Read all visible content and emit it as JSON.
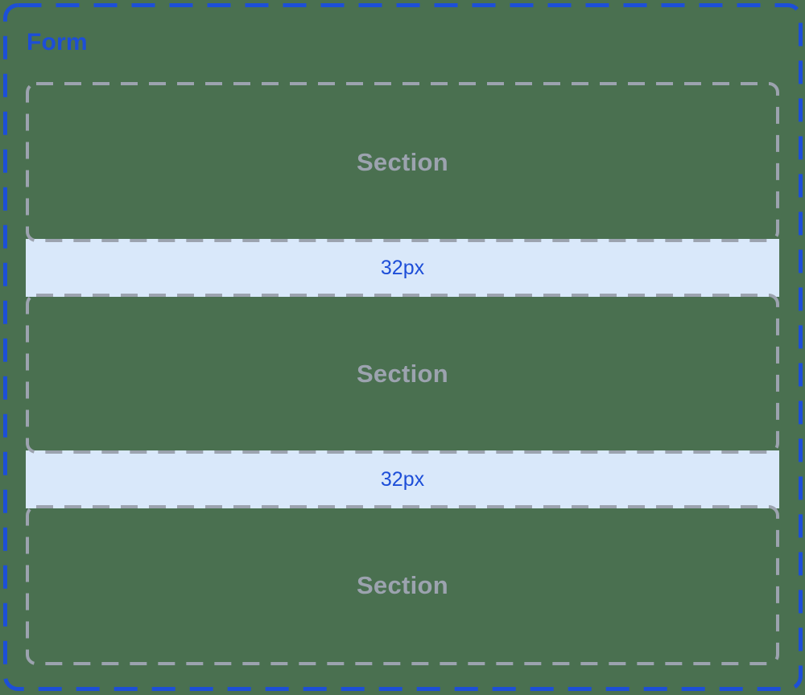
{
  "diagram": {
    "title": "Form",
    "sections": [
      {
        "label": "Section"
      },
      {
        "label": "Section"
      },
      {
        "label": "Section"
      }
    ],
    "gaps": [
      {
        "label": "32px"
      },
      {
        "label": "32px"
      }
    ],
    "colors": {
      "background": "#4a7050",
      "frame_stroke": "#1d4fd7",
      "frame_label": "#1d4ed8",
      "section_stroke": "#9ca3af",
      "section_label": "#9ca3af",
      "gap_fill": "#d9e8fa",
      "gap_label": "#1d4ed8"
    }
  }
}
